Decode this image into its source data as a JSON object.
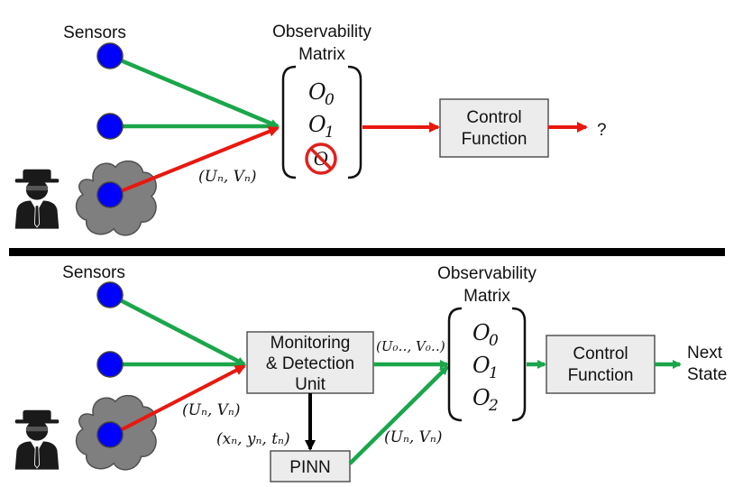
{
  "top": {
    "sensors_label": "Sensors",
    "matrix_title_line1": "Observability",
    "matrix_title_line2": "Matrix",
    "matrix_entries": [
      "O",
      "O"
    ],
    "matrix_subscripts": [
      "0",
      "1"
    ],
    "control_line1": "Control",
    "control_line2": "Function",
    "output_label": "?",
    "attack_edge_label": "(Uₙ, Vₙ)"
  },
  "bottom": {
    "sensors_label": "Sensors",
    "monitor_line1": "Monitoring",
    "monitor_line2": "& Detection",
    "monitor_line3": "Unit",
    "pinn_label": "PINN",
    "matrix_title_line1": "Observability",
    "matrix_title_line2": "Matrix",
    "matrix_entries": [
      "O",
      "O",
      "O"
    ],
    "matrix_subscripts": [
      "0",
      "1",
      "2"
    ],
    "control_line1": "Control",
    "control_line2": "Function",
    "next_line1": "Next",
    "next_line2": "State",
    "attack_edge_label": "(Uₙ, Vₙ)",
    "clean_edge_label": "(U₀‥, V₀‥)",
    "pinn_input_label": "(xₙ, yₙ, tₙ)",
    "pinn_output_label": "(Uₙ, Vₙ)"
  },
  "colors": {
    "sensor_fill": "#0000ff",
    "cloud_fill": "#7f7f7f",
    "safe_edge": "#1aa64a",
    "attack_edge": "#e8180f",
    "black_edge": "#000000",
    "box_fill": "#ececec",
    "divider": "#000000",
    "forbidden_icon": "#e0211c"
  },
  "icons": [
    "hacker-icon",
    "forbidden-icon",
    "cloud-icon"
  ]
}
